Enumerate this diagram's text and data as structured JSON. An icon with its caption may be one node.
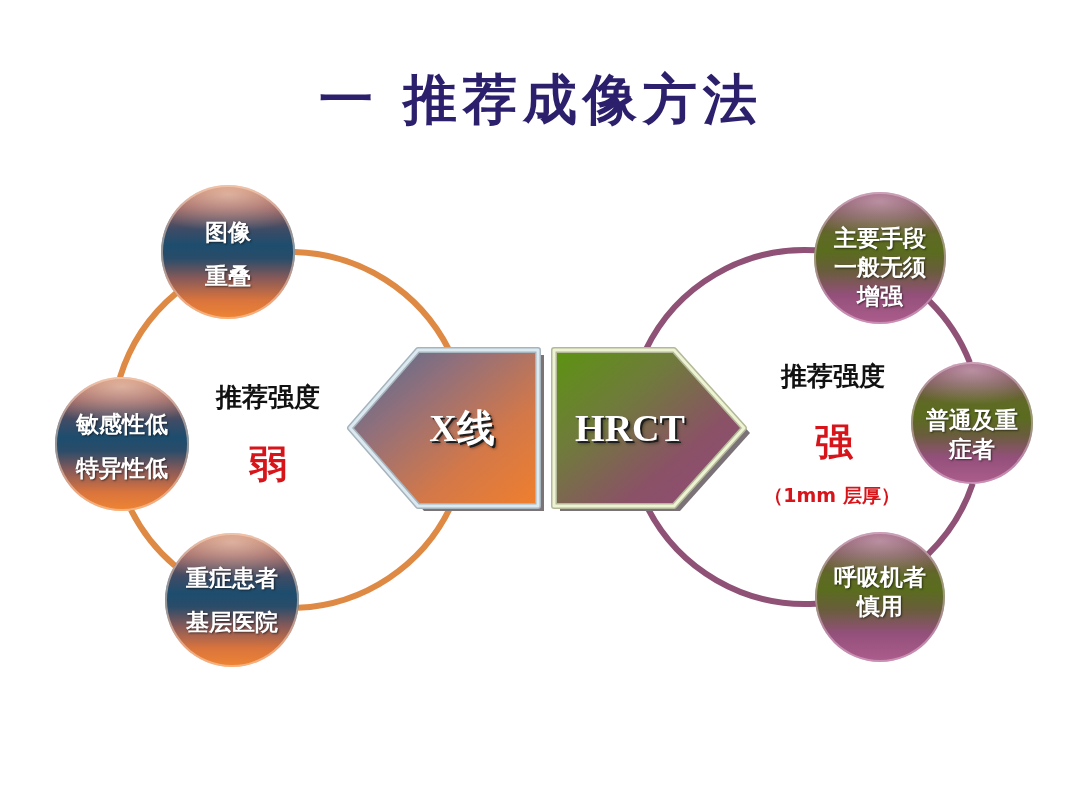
{
  "diagram": {
    "title": "一 推荐成像方法",
    "nodes": [
      {
        "text": [
          "图像重叠"
        ]
      },
      {
        "text": [
          "敏感性低",
          "特异性低"
        ]
      },
      {
        "text": [
          "重症患者",
          "基层医院"
        ]
      },
      {
        "text": [
          "X线"
        ]
      },
      {
        "text": [
          "HRCT"
        ]
      },
      {
        "text": [
          "主要手段",
          "一般无须增强"
        ]
      },
      {
        "text": [
          "普通及重症者"
        ]
      },
      {
        "text": [
          "呼吸机者慎用"
        ]
      }
    ],
    "edges": [
      {
        "from": 0,
        "to": 1,
        "arrow": "none",
        "color": "#de8a44"
      },
      {
        "from": 1,
        "to": 2,
        "arrow": "none",
        "color": "#de8a44"
      },
      {
        "from": 2,
        "to": 3,
        "arrow": "none",
        "color": "#de8a44"
      },
      {
        "from": 3,
        "to": 0,
        "arrow": "none",
        "color": "#de8a44"
      },
      {
        "from": 4,
        "to": 5,
        "arrow": "none",
        "color": "#8f5276"
      },
      {
        "from": 5,
        "to": 6,
        "arrow": "none",
        "color": "#8f5276"
      },
      {
        "from": 6,
        "to": 7,
        "arrow": "none",
        "color": "#8f5276"
      },
      {
        "from": 7,
        "to": 4,
        "arrow": "none",
        "color": "#8f5276"
      }
    ],
    "labels": [
      "推荐强度",
      "弱",
      "推荐强度",
      "强",
      "（1mm 层厚）"
    ]
  }
}
